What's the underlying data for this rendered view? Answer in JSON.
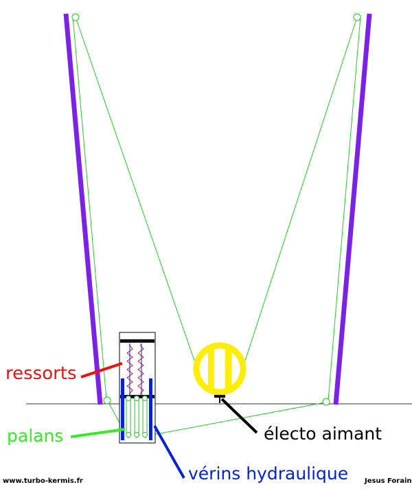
{
  "labels": {
    "ressorts": "ressorts",
    "palans": "palans",
    "electo_aimant": "électo aimant",
    "verins": "vérins hydraulique"
  },
  "credits": {
    "website": "www.turbo-kermis.fr",
    "author": "Jesus Forain"
  },
  "colors": {
    "tower": "#7a22e8",
    "cable": "#22cc22",
    "spring": "#ee1111",
    "jack": "#0022dd",
    "magnet": "#ffee00",
    "ground": "#333333",
    "pointer_ressorts": "#ee1111",
    "pointer_palans": "#33ee22",
    "pointer_electo": "#000000",
    "pointer_verins": "#0022dd",
    "label_ressorts": "#ee1111",
    "label_palans": "#33ee22",
    "label_electo": "#000000",
    "label_verins": "#0022dd"
  }
}
